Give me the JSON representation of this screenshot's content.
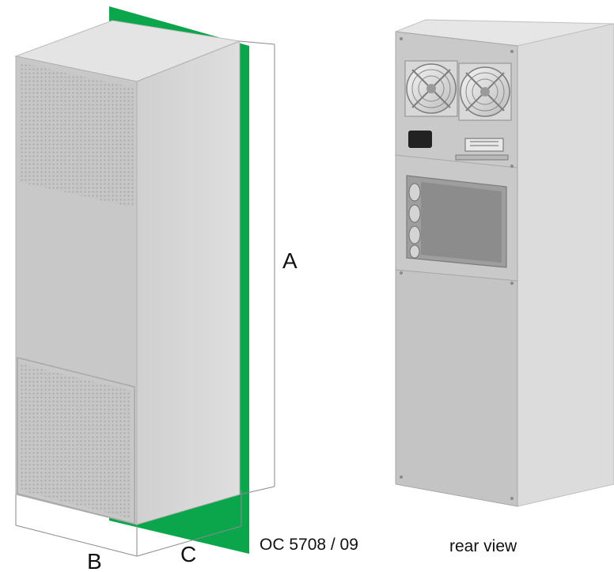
{
  "dimensions": {
    "height_label": "A",
    "width_label": "B",
    "depth_label": "C"
  },
  "captions": {
    "drawing_code": "OC 5708 / 09",
    "rear_view": "rear view"
  },
  "colors": {
    "mounting_plane": "#0ba54c",
    "cabinet_front": "#c9c9c9",
    "cabinet_side": "#d6d6d6",
    "cabinet_top": "#e2e2e2",
    "grille_dot": "#9a9a9a",
    "dimension_line": "#777777"
  },
  "icons": {
    "fan_left": "fan-icon",
    "fan_right": "fan-icon",
    "power_socket": "power-socket-icon",
    "terminal_strip": "terminal-strip-icon"
  }
}
